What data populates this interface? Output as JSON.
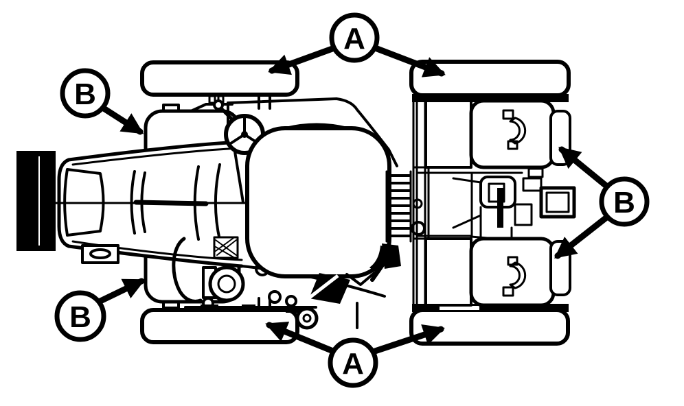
{
  "callouts": {
    "a_top": {
      "letter": "A"
    },
    "a_bottom": {
      "letter": "A"
    },
    "b_front_upper": {
      "letter": "B"
    },
    "b_front_lower": {
      "letter": "B"
    },
    "b_rear": {
      "letter": "B"
    }
  },
  "colors": {
    "line": "#000000",
    "background": "#ffffff"
  }
}
